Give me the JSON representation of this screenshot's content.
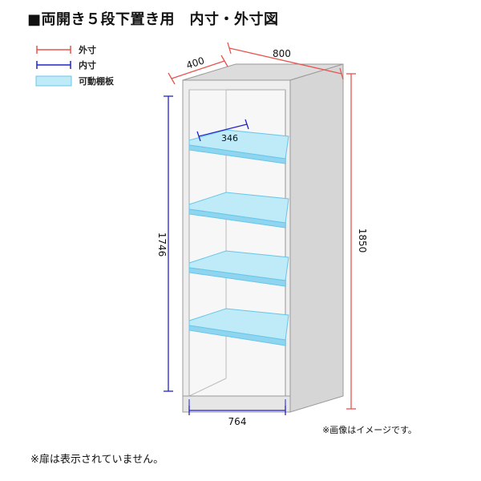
{
  "title": "■両開き５段下置き用　内寸・外寸図",
  "legend": {
    "outer": "外寸",
    "inner": "内寸",
    "shelf": "可動棚板"
  },
  "dimensions": {
    "depth_outer": "400",
    "width_outer": "800",
    "height_outer": "1850",
    "height_inner": "1746",
    "depth_inner": "346",
    "width_inner": "764"
  },
  "notes": {
    "image": "※画像はイメージです。",
    "doors": "※扉は表示されていません。"
  },
  "colors": {
    "outer_dim": "#e8534f",
    "inner_dim": "#2323c8",
    "shelf_fill": "#bfeaf7",
    "shelf_edge": "#67c7ea",
    "cabinet_side": "#d6d6d6",
    "cabinet_front": "#eeeeee",
    "cabinet_top": "#dcdcdc"
  }
}
